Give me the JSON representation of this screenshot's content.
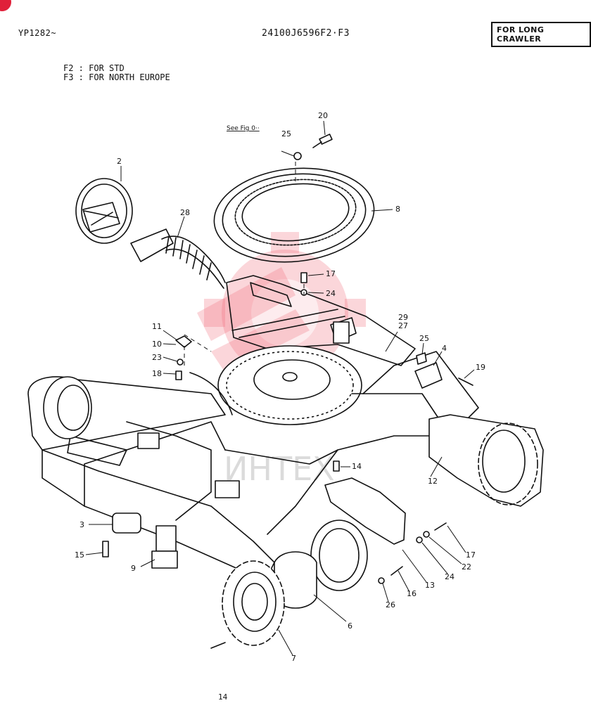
{
  "header": {
    "serial": "YP1282~",
    "part_number": "24100J6596F2·F3",
    "box_label": "FOR LONG CRAWLER"
  },
  "notes": [
    "F2 : FOR STD",
    "F3 : FOR NORTH EUROPE"
  ],
  "see_fig": "See Fig 0··",
  "watermark_text": "ИНТЕХ",
  "page_number": "14",
  "callouts": [
    "20",
    "25",
    "2",
    "8",
    "28",
    "17",
    "24",
    "29",
    "27",
    "11",
    "10",
    "25",
    "4",
    "23",
    "19",
    "18",
    "14",
    "12",
    "3",
    "15",
    "9",
    "17",
    "22",
    "24",
    "13",
    "16",
    "26",
    "6",
    "7"
  ],
  "colors": {
    "watermark": "#f06a7a",
    "badge": "#e0203a",
    "ink": "#111111"
  }
}
